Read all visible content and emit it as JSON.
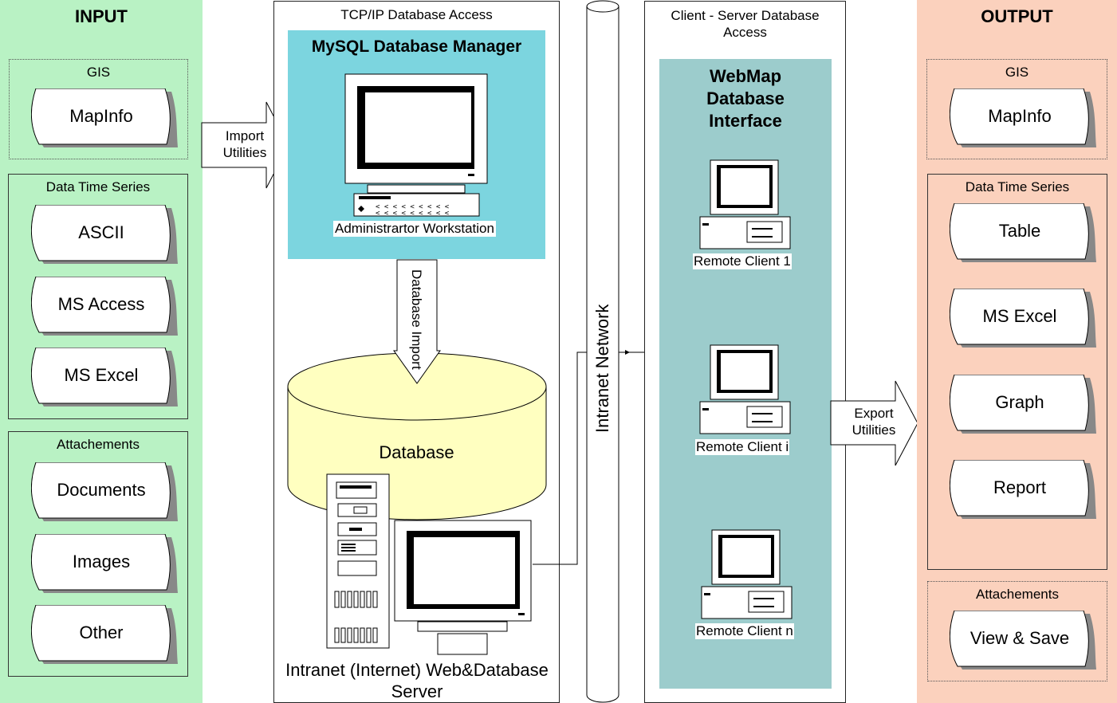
{
  "input": {
    "title": "INPUT",
    "gis": {
      "label": "GIS",
      "items": [
        "MapInfo"
      ]
    },
    "time_series": {
      "label": "Data Time Series",
      "items": [
        "ASCII",
        "MS Access",
        "MS Excel"
      ]
    },
    "attachments": {
      "label": "Attachements",
      "items": [
        "Documents",
        "Images",
        "Other"
      ]
    }
  },
  "output": {
    "title": "OUTPUT",
    "gis": {
      "label": "GIS",
      "items": [
        "MapInfo"
      ]
    },
    "time_series": {
      "label": "Data Time Series",
      "items": [
        "Table",
        "MS Excel",
        "Graph",
        "Report"
      ]
    },
    "attachments": {
      "label": "Attachements",
      "items": [
        "View & Save"
      ]
    }
  },
  "import_arrow": {
    "line1": "Import",
    "line2": "Utilities"
  },
  "export_arrow": {
    "line1": "Export",
    "line2": "Utilities"
  },
  "tcpip": {
    "title": "TCP/IP Database Access",
    "manager_title": "MySQL Database Manager",
    "workstation_label": "Administrartor Workstation",
    "import_label": "Database Import",
    "database_label": "Database",
    "server_label_line1": "Intranet (Internet) Web&Database",
    "server_label_line2": "Server"
  },
  "network": {
    "label": "Intranet Network"
  },
  "client_server": {
    "title_line1": "Client - Server Database",
    "title_line2": "Access",
    "webmap_line1": "WebMap",
    "webmap_line2": "Database",
    "webmap_line3": "Interface",
    "clients": [
      "Remote Client 1",
      "Remote Client i",
      "Remote Client n"
    ]
  },
  "colors": {
    "input_bg": "#b9f2c4",
    "output_bg": "#fbd1bd",
    "mysql_bg": "#7cd5df",
    "webmap_bg": "#9ccccc",
    "database_fill": "#ffffc0"
  }
}
